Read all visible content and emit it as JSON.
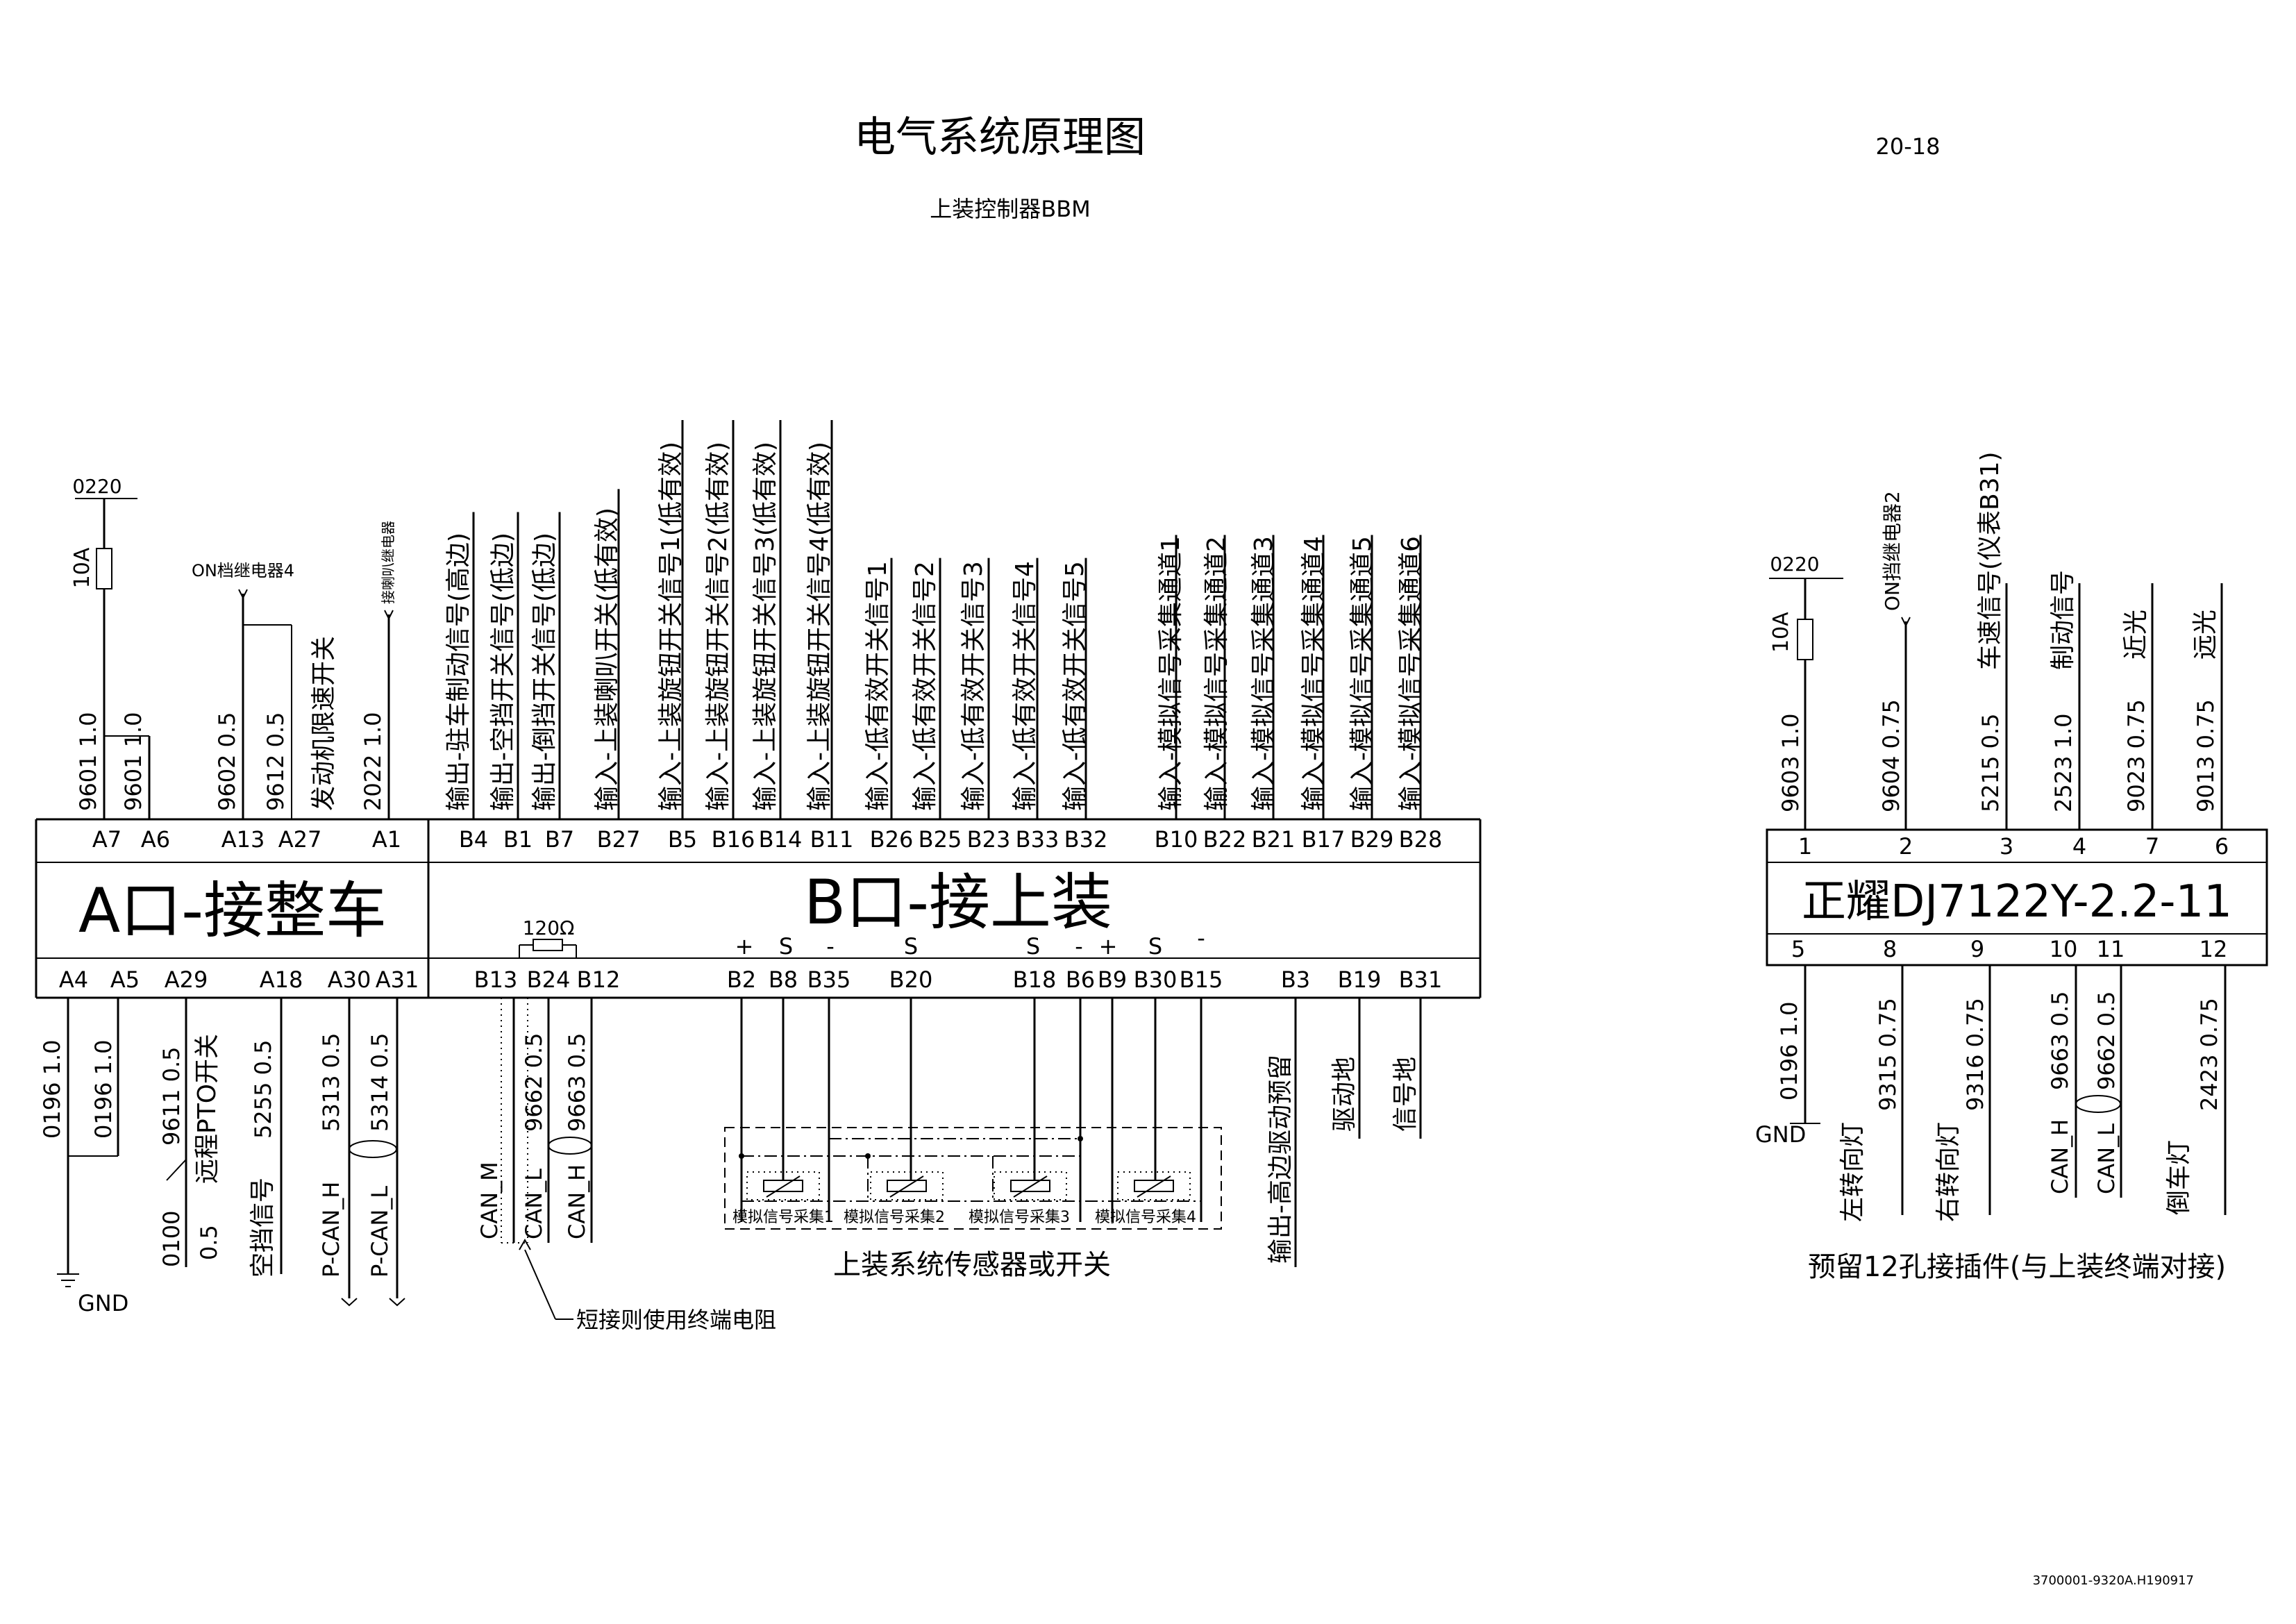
{
  "page": {
    "number": "20-18",
    "drawing_code": "3700001-9320A.H190917"
  },
  "header": {
    "title": "电气系统原理图",
    "subtitle": "上装控制器BBM"
  },
  "left_block": {
    "fuse_rating": "10A",
    "supply_label": "0220",
    "relay_label": "ON档继电器4",
    "horn_relay_label": "接喇叭继电器",
    "top_wires": [
      {
        "id": "9601 1.0",
        "pin": "A7"
      },
      {
        "id": "9601 1.0",
        "pin": "A6"
      },
      {
        "id": "9602 0.5",
        "pin": "A13"
      },
      {
        "id": "9612 0.5",
        "pin": "A27"
      },
      {
        "id": "发动机限速开关"
      },
      {
        "id": "2022 1.0",
        "pin": "A1"
      }
    ],
    "bottom_pins": [
      "A4",
      "A5",
      "A29",
      "A18",
      "A30",
      "A31"
    ],
    "bottom_wires": {
      "w1": "0196 1.0",
      "w2": "0196 1.0",
      "w3": "9611 0.5",
      "w3_text": "远程PTO开关",
      "w3b": "0100",
      "w3c": "0.5",
      "w4_label": "空挡信号",
      "w4": "5255 0.5",
      "w5_label": "P-CAN_H",
      "w5": "5313 0.5",
      "w6_label": "P-CAN_L",
      "w6": "5314 0.5",
      "gnd": "GND"
    },
    "main_label": "A口-接整车"
  },
  "b_block": {
    "main_label": "B口-接上装",
    "top_pins": [
      "B4",
      "B1",
      "B7",
      "B27",
      "B5",
      "B16",
      "B14",
      "B11",
      "B26",
      "B25",
      "B23",
      "B33",
      "B32",
      "B10",
      "B22",
      "B21",
      "B17",
      "B29",
      "B28"
    ],
    "top_labels": [
      "输出-驻车制动信号(高边)",
      "输出-空挡开关信号(低边)",
      "输出-倒挡开关信号(低边)",
      "输入-上装喇叭开关(低有效)",
      "输入-上装旋钮开关信号1(低有效)",
      "输入-上装旋钮开关信号2(低有效)",
      "输入-上装旋钮开关信号3(低有效)",
      "输入-上装旋钮开关信号4(低有效)",
      "输入-低有效开关信号1",
      "输入-低有效开关信号2",
      "输入-低有效开关信号3",
      "输入-低有效开关信号4",
      "输入-低有效开关信号5",
      "输入-模拟信号采集通道1",
      "输入-模拟信号采集通道2",
      "输入-模拟信号采集通道3",
      "输入-模拟信号采集通道4",
      "输入-模拟信号采集通道5",
      "输入-模拟信号采集通道6"
    ],
    "resistor": "120Ω",
    "can_pins": [
      "B13",
      "B24",
      "B12"
    ],
    "can_wires": {
      "m": "CAN_M",
      "l": "CAN_L",
      "l_id": "9662 0.5",
      "h": "CAN_H",
      "h_id": "9663 0.5"
    },
    "terminal_note": "短接则使用终端电阻",
    "sensor_pins": [
      "B2",
      "B8",
      "B35",
      "B20",
      "B18",
      "B6",
      "B9",
      "B30",
      "B15"
    ],
    "sensor_marks": [
      "+",
      "S",
      "-",
      "S",
      "S",
      "-",
      "+",
      "S",
      "-"
    ],
    "sensor_labels": [
      "模拟信号采集1",
      "模拟信号采集2",
      "模拟信号采集3",
      "模拟信号采集4"
    ],
    "sensor_caption": "上装系统传感器或开关",
    "right_pins": [
      "B3",
      "B19",
      "B31"
    ],
    "right_labels": [
      "输出-高边驱动预留",
      "驱动地",
      "信号地"
    ]
  },
  "right_block": {
    "supply_label": "0220",
    "fuse_rating": "10A",
    "connector_name": "正耀DJ7122Y-2.2-11",
    "top_wires": [
      {
        "pin": "1",
        "id": "9603 1.0"
      },
      {
        "pin": "2",
        "id": "9604 0.75",
        "label": "ON挡继电器2"
      },
      {
        "pin": "3",
        "id": "5215 0.5",
        "label": "车速信号(仪表B31)"
      },
      {
        "pin": "4",
        "id": "2523 1.0",
        "label": "制动信号"
      },
      {
        "pin": "7",
        "id": "9023 0.75",
        "label": "近光"
      },
      {
        "pin": "6",
        "id": "9013 0.75",
        "label": "远光"
      }
    ],
    "bottom_wires": [
      {
        "pin": "5",
        "id": "0196 1.0"
      },
      {
        "pin": "8",
        "id": "9315 0.75",
        "label": "左转向灯"
      },
      {
        "pin": "9",
        "id": "9316 0.75",
        "label": "右转向灯"
      },
      {
        "pin": "10",
        "id": "9663 0.5",
        "label": "CAN_H"
      },
      {
        "pin": "11",
        "id": "9662 0.5",
        "label": "CAN_L"
      },
      {
        "pin": "12",
        "id": "2423 0.75",
        "label": "倒车灯"
      }
    ],
    "gnd": "GND",
    "caption": "预留12孔接插件(与上装终端对接)"
  }
}
